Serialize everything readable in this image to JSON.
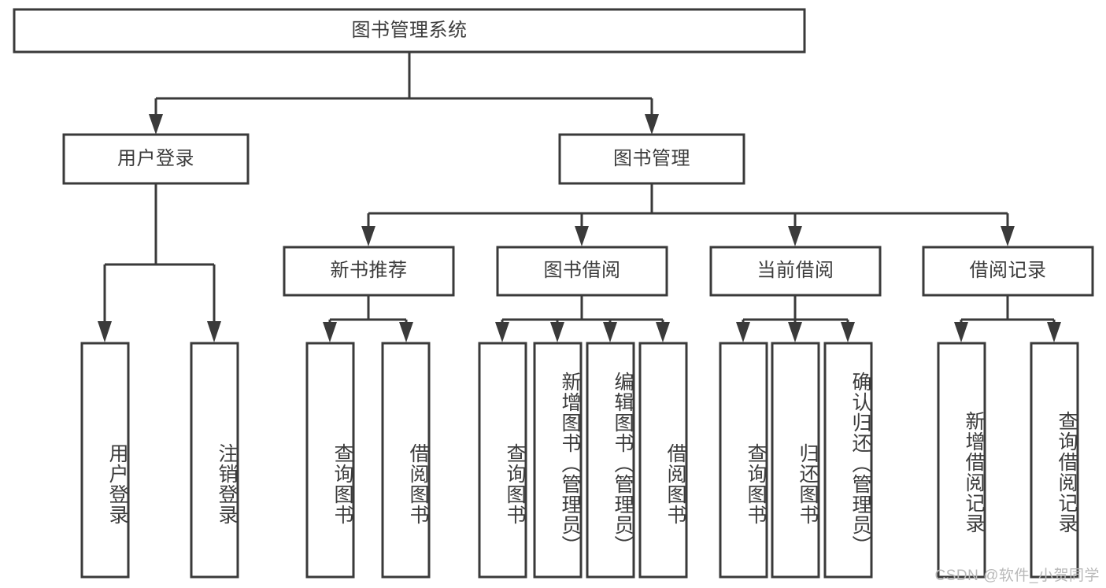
{
  "diagram": {
    "title": "图书管理系统",
    "type": "tree-hierarchy-chart",
    "watermark": "CSDN @软件_小贺同学",
    "colors": {
      "stroke": "#3a3a3a",
      "box_fill": "#ffffff",
      "text": "#3c3c3c",
      "watermark": "#b9b9b9",
      "background": "#ffffff"
    },
    "nodes": {
      "root": {
        "label": "图书管理系统"
      },
      "level2": [
        {
          "id": "user-login",
          "label": "用户登录"
        },
        {
          "id": "book-management",
          "label": "图书管理"
        }
      ],
      "level3": [
        {
          "id": "new-book-recommend",
          "label": "新书推荐"
        },
        {
          "id": "book-borrow",
          "label": "图书借阅"
        },
        {
          "id": "current-borrow",
          "label": "当前借阅"
        },
        {
          "id": "borrow-record",
          "label": "借阅记录"
        }
      ],
      "leaves": {
        "user-login": [
          {
            "id": "leaf-user-login",
            "label": "用户登录"
          },
          {
            "id": "leaf-logout-login",
            "label": "注销登录"
          }
        ],
        "new-book-recommend": [
          {
            "id": "leaf-query-book-1",
            "label": "查询图书"
          },
          {
            "id": "leaf-borrow-book-1",
            "label": "借阅图书"
          }
        ],
        "book-borrow": [
          {
            "id": "leaf-query-book-2",
            "label": "查询图书"
          },
          {
            "id": "leaf-add-book-admin",
            "label": "新增图书（管理员）"
          },
          {
            "id": "leaf-edit-book-admin",
            "label": "编辑图书（管理员）"
          },
          {
            "id": "leaf-borrow-book-2",
            "label": "借阅图书"
          }
        ],
        "current-borrow": [
          {
            "id": "leaf-query-book-3",
            "label": "查询图书"
          },
          {
            "id": "leaf-return-book",
            "label": "归还图书"
          },
          {
            "id": "leaf-confirm-return-admin",
            "label": "确认归还（管理员）"
          }
        ],
        "borrow-record": [
          {
            "id": "leaf-add-borrow-record",
            "label": "新增借阅记录"
          },
          {
            "id": "leaf-query-borrow-record",
            "label": "查询借阅记录"
          }
        ]
      }
    }
  }
}
